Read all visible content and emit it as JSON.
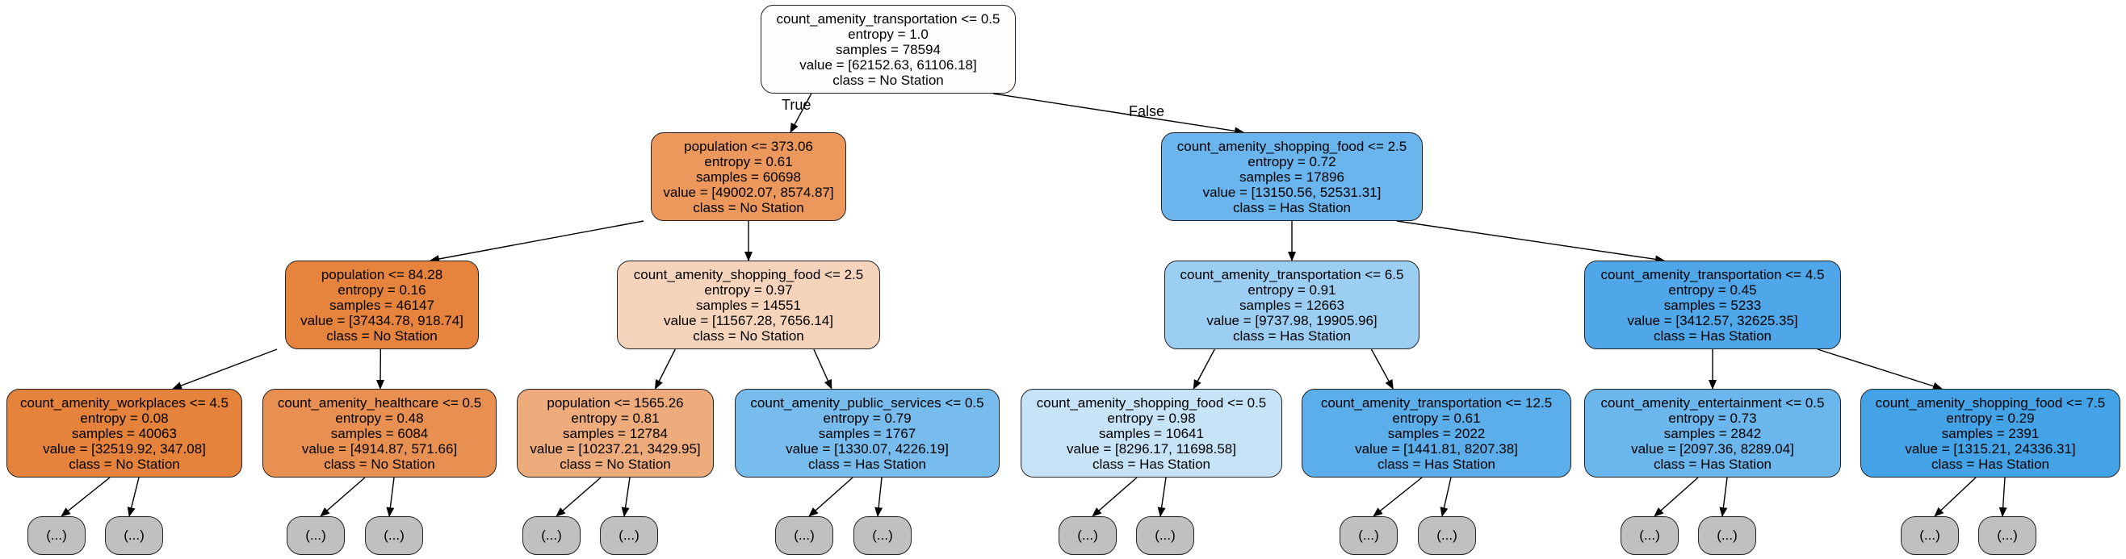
{
  "edge_labels": {
    "true_label": "True",
    "false_label": "False"
  },
  "leaf_text": "(...)",
  "nodes": [
    {
      "id": "n0",
      "lines": [
        "count_amenity_transportation <= 0.5",
        "entropy = 1.0",
        "samples = 78594",
        "value = [62152.63, 61106.18]",
        "class = No Station"
      ],
      "fill": "#fffdfc"
    },
    {
      "id": "n1",
      "lines": [
        "population <= 373.06",
        "entropy = 0.61",
        "samples = 60698",
        "value = [49002.07, 8574.87]",
        "class = No Station"
      ],
      "fill": "#ec975c"
    },
    {
      "id": "n2",
      "lines": [
        "count_amenity_shopping_food <= 2.5",
        "entropy = 0.72",
        "samples = 17896",
        "value = [13150.56, 52531.31]",
        "class = Has Station"
      ],
      "fill": "#6ab5ee"
    },
    {
      "id": "n3",
      "lines": [
        "population <= 84.28",
        "entropy = 0.16",
        "samples = 46147",
        "value = [37434.78, 918.74]",
        "class = No Station"
      ],
      "fill": "#e6843e"
    },
    {
      "id": "n4",
      "lines": [
        "count_amenity_shopping_food <= 2.5",
        "entropy = 0.97",
        "samples = 14551",
        "value = [11567.28, 7656.14]",
        "class = No Station"
      ],
      "fill": "#f6d4bc"
    },
    {
      "id": "n5",
      "lines": [
        "count_amenity_transportation <= 6.5",
        "entropy = 0.91",
        "samples = 12663",
        "value = [9737.98, 19905.96]",
        "class = Has Station"
      ],
      "fill": "#9ccef3"
    },
    {
      "id": "n6",
      "lines": [
        "count_amenity_transportation <= 4.5",
        "entropy = 0.45",
        "samples = 5233",
        "value = [3412.57, 32625.35]",
        "class = Has Station"
      ],
      "fill": "#4fa6e8"
    },
    {
      "id": "n7",
      "lines": [
        "count_amenity_workplaces <= 4.5",
        "entropy = 0.08",
        "samples = 40063",
        "value = [32519.92, 347.08]",
        "class = No Station"
      ],
      "fill": "#e5823b"
    },
    {
      "id": "n8",
      "lines": [
        "count_amenity_healthcare <= 0.5",
        "entropy = 0.48",
        "samples = 6084",
        "value = [4914.87, 571.66]",
        "class = No Station"
      ],
      "fill": "#e89051"
    },
    {
      "id": "n9",
      "lines": [
        "population <= 1565.26",
        "entropy = 0.81",
        "samples = 12784",
        "value = [10237.21, 3429.95]",
        "class = No Station"
      ],
      "fill": "#eeab7b"
    },
    {
      "id": "n10",
      "lines": [
        "count_amenity_public_services <= 0.5",
        "entropy = 0.79",
        "samples = 1767",
        "value = [1330.07, 4226.19]",
        "class = Has Station"
      ],
      "fill": "#77bced"
    },
    {
      "id": "n11",
      "lines": [
        "count_amenity_shopping_food <= 0.5",
        "entropy = 0.98",
        "samples = 10641",
        "value = [8296.17, 11698.58]",
        "class = Has Station"
      ],
      "fill": "#c6e3f7"
    },
    {
      "id": "n12",
      "lines": [
        "count_amenity_transportation <= 12.5",
        "entropy = 0.61",
        "samples = 2022",
        "value = [1441.81, 8207.38]",
        "class = Has Station"
      ],
      "fill": "#5caeea"
    },
    {
      "id": "n13",
      "lines": [
        "count_amenity_entertainment <= 0.5",
        "entropy = 0.73",
        "samples = 2842",
        "value = [2097.36, 8289.04]",
        "class = Has Station"
      ],
      "fill": "#6bb6ec"
    },
    {
      "id": "n14",
      "lines": [
        "count_amenity_shopping_food <= 7.5",
        "entropy = 0.29",
        "samples = 2391",
        "value = [1315.21, 24336.31]",
        "class = Has Station"
      ],
      "fill": "#44a2e6"
    }
  ]
}
